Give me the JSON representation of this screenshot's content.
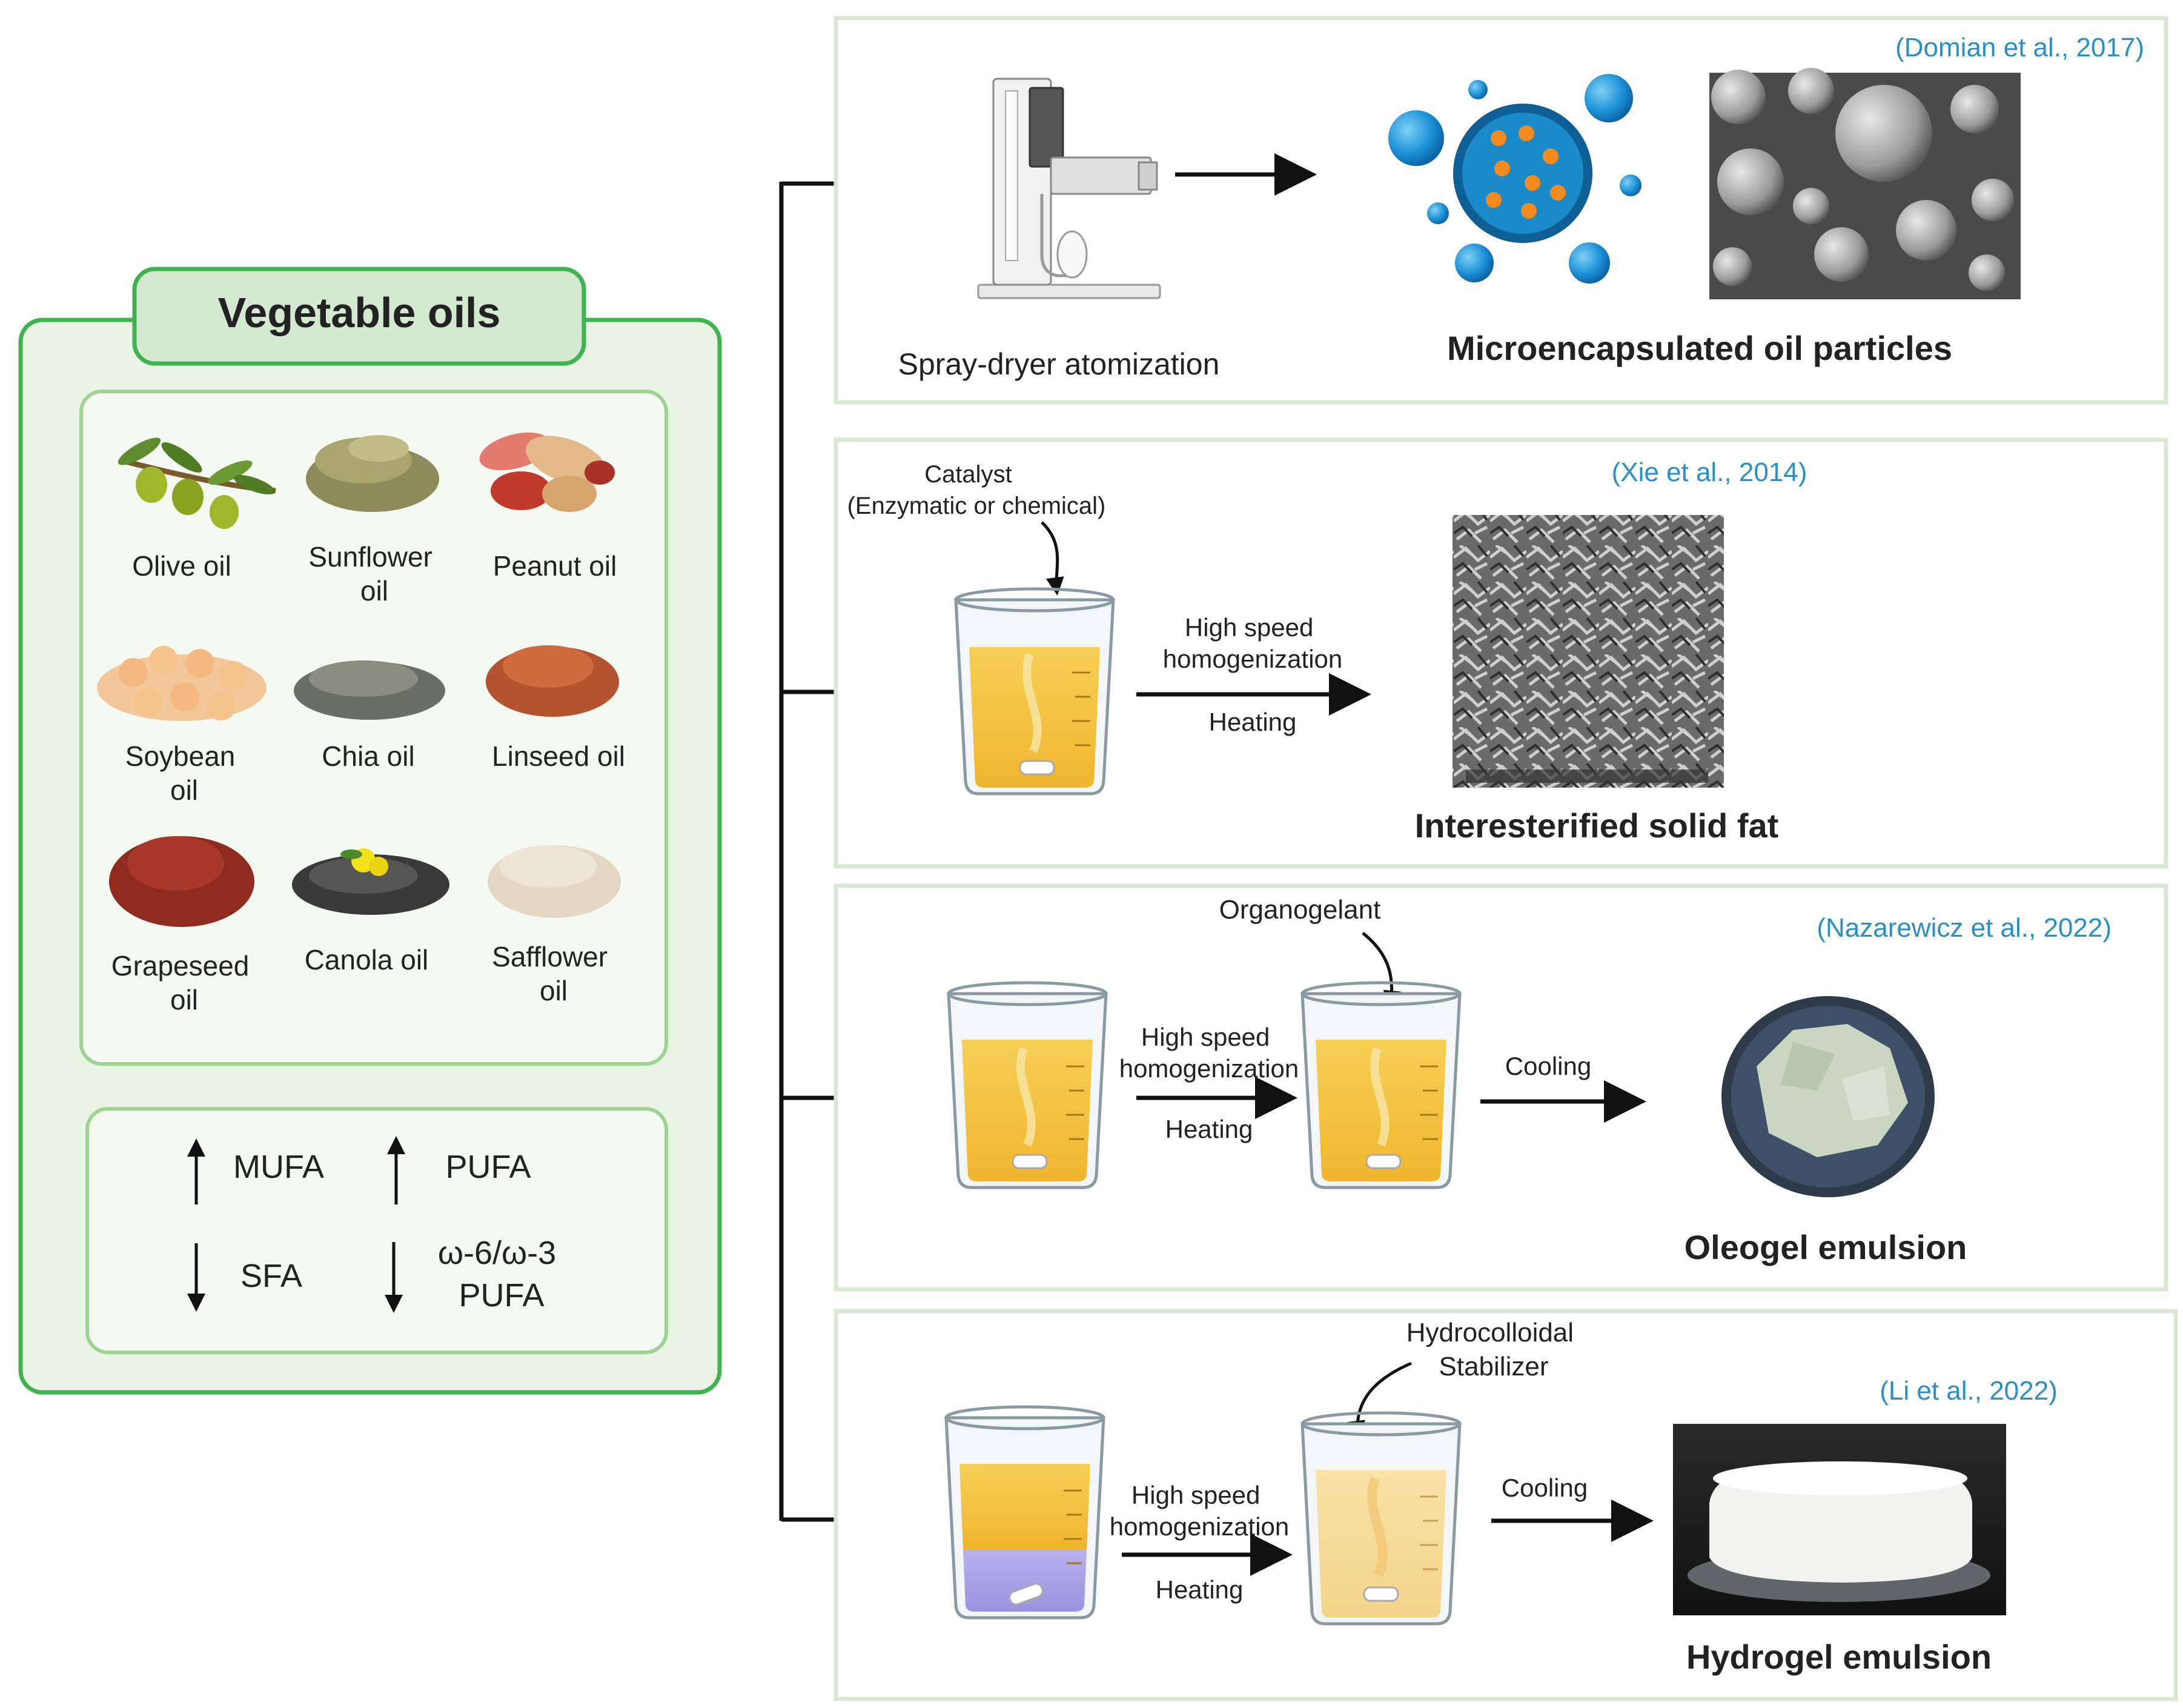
{
  "left_panel": {
    "title": "Vegetable oils",
    "oils": [
      {
        "label": [
          "Olive oil"
        ],
        "icon": "olive-branch-icon"
      },
      {
        "label": [
          "Sunflower",
          "oil"
        ],
        "icon": "sunflower-seeds-icon"
      },
      {
        "label": [
          "Peanut oil"
        ],
        "icon": "peanuts-icon"
      },
      {
        "label": [
          "Soybean",
          "oil"
        ],
        "icon": "soybeans-icon"
      },
      {
        "label": [
          "Chia oil"
        ],
        "icon": "chia-seeds-icon"
      },
      {
        "label": [
          "Linseed oil"
        ],
        "icon": "linseeds-icon"
      },
      {
        "label": [
          "Grapeseed",
          "oil"
        ],
        "icon": "grape-seeds-icon"
      },
      {
        "label": [
          "Canola oil"
        ],
        "icon": "canola-seeds-icon"
      },
      {
        "label": [
          "Safflower",
          "oil"
        ],
        "icon": "safflower-seeds-icon"
      }
    ],
    "fatty_acids": {
      "up": [
        "MUFA",
        "PUFA"
      ],
      "down_sfa": "SFA",
      "down_ratio": [
        "ω-6/ω-3",
        "PUFA"
      ]
    }
  },
  "processes": [
    {
      "id": "spray",
      "citation": "(Domian et al., 2017)",
      "equipment_label": "Spray-dryer atomization",
      "product_label": "Microencapsulated oil particles"
    },
    {
      "id": "interesterification",
      "citation": "(Xie et al., 2014)",
      "input_label": [
        "Catalyst",
        "(Enzymatic or chemical)"
      ],
      "step_top": [
        "High speed",
        "homogenization"
      ],
      "step_bottom": "Heating",
      "product_label": "Interesterified solid fat"
    },
    {
      "id": "oleogel",
      "citation": "(Nazarewicz et al., 2022)",
      "input_label": "Organogelant",
      "step_top": [
        "High speed",
        "homogenization"
      ],
      "step_bottom": "Heating",
      "step2": "Cooling",
      "product_label": "Oleogel emulsion"
    },
    {
      "id": "hydrogel",
      "citation": "(Li et al., 2022)",
      "input_label": [
        "Hydrocolloidal",
        "Stabilizer"
      ],
      "step_top": [
        "High speed",
        "homogenization"
      ],
      "step_bottom": "Heating",
      "step2": "Cooling",
      "product_label": "Hydrogel emulsion"
    }
  ],
  "colors": {
    "panel_green": "#3fb34f",
    "panel_fill": "#e9f4e4",
    "title_fill": "#d3ead0",
    "citation_blue": "#2a8fc8",
    "oil_yellow": "#f4c84a",
    "water_purple": "#a9a3e6",
    "process_border": "#d8e8d2"
  }
}
